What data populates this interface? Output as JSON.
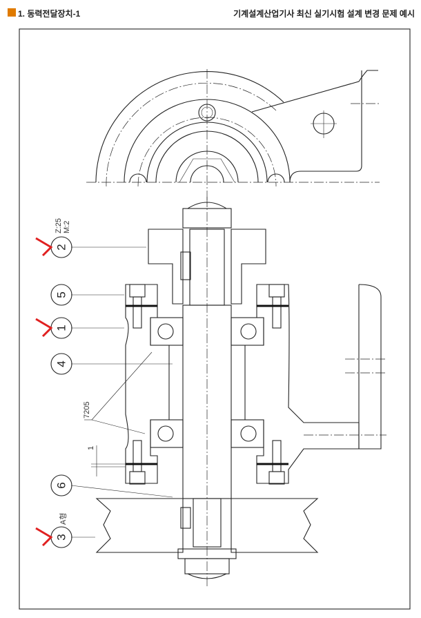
{
  "header": {
    "section_title": "1. 동력전달장치-1",
    "subtitle": "기계설계산업기사 최신 실기시험 설계 변경 문제 예시",
    "accent_color": "#e07b00"
  },
  "callouts": [
    {
      "number": "2",
      "marked": true
    },
    {
      "number": "5",
      "marked": false
    },
    {
      "number": "1",
      "marked": true
    },
    {
      "number": "4",
      "marked": false
    },
    {
      "number": "6",
      "marked": false
    },
    {
      "number": "3",
      "marked": true
    }
  ],
  "annotations": {
    "gear_teeth": "Z:25",
    "gear_module": "M:2",
    "bearing": "7205",
    "gap": "1",
    "pulley_type": "A형"
  },
  "marker_color": "#e02020"
}
